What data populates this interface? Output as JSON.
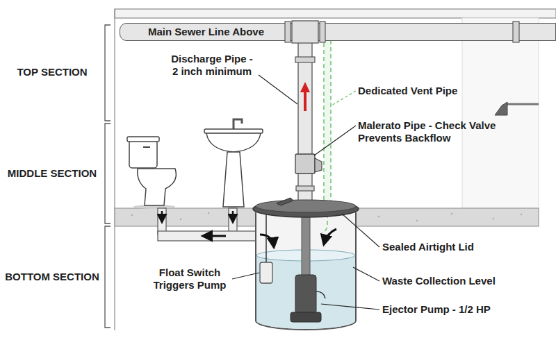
{
  "diagram": {
    "nodes": [
      {
        "text": [
          "Main Sewer Line Above"
        ]
      }
    ],
    "labels": [
      "TOP SECTION",
      "MIDDLE SECTION",
      "BOTTOM SECTION",
      "Discharge Pipe - 2 inch minimum",
      "Dedicated Vent Pipe",
      "Malerato Pipe - Check Valve Prevents Backflow",
      "Sealed Airtight Lid",
      "Float Switch Triggers Pump",
      "Waste Collection Level",
      "Ejector Pump - 1/2 HP"
    ]
  }
}
